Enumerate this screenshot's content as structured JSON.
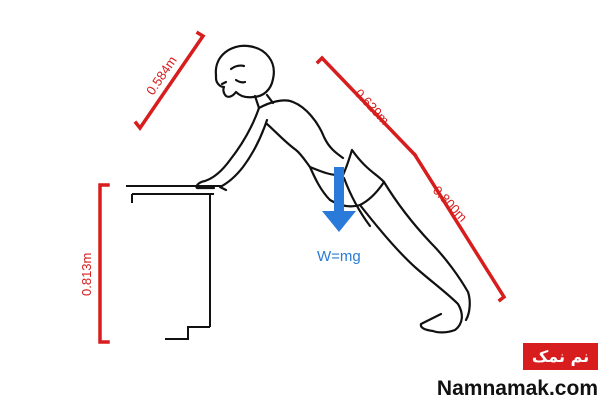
{
  "measurements": {
    "head_length": "0.584m",
    "shoulder_to_mass": "0.629m",
    "shoulder_to_feet": "0.800m",
    "table_height": "0.813m"
  },
  "force": {
    "label": "W=mg",
    "arrow_color": "#2a7bd9"
  },
  "colors": {
    "dimension": "#d71d1d",
    "outline": "#111111"
  },
  "brand": {
    "name": "نم نمک",
    "url": "Namnamak.com",
    "badge_color": "#d71d1d"
  }
}
